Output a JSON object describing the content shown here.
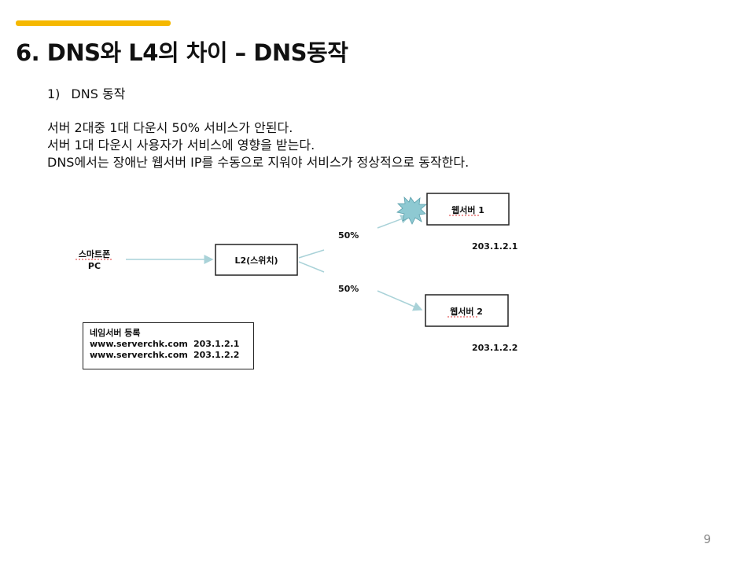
{
  "slide": {
    "title": "6. DNS와 L4의 차이 – DNS동작",
    "section_number": "1)",
    "section_title": "DNS 동작",
    "body_lines": [
      "서버 2대중 1대 다운시 50% 서비스가 안된다.",
      "서버 1대 다운시 사용자가 서비스에 영향을 받는다.",
      "DNS에서는 장애난  웹서버 IP를 수동으로 지워야 서비스가 정상적으로 동작한다."
    ],
    "page_number": "9"
  },
  "diagram": {
    "client_label_1": "스마트폰",
    "client_label_2": "PC",
    "switch_label": "L2(스위치)",
    "split_top": "50%",
    "split_bottom": "50%",
    "server1_label": "웹서버 1",
    "server1_ip": "203.1.2.1",
    "server2_label": "웹서버 2",
    "server2_ip": "203.1.2.2",
    "nameserver": {
      "title": "네임서버 등록",
      "records": [
        {
          "domain": "www.serverchk.com",
          "ip": "203.1.2.1"
        },
        {
          "domain": "www.serverchk.com",
          "ip": "203.1.2.2"
        }
      ]
    }
  },
  "colors": {
    "accent": "#f5b800",
    "arrow": "#a9d2d8",
    "burst": "#8ec9d2"
  }
}
